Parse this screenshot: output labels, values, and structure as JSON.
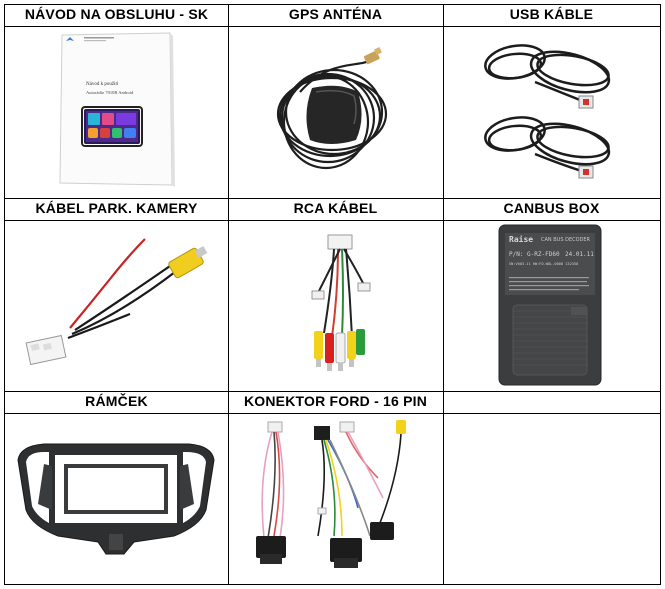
{
  "table": {
    "headers": [
      [
        "NÁVOD NA OBSLUHU - SK",
        "GPS ANTÉNA",
        "USB KÁBLE"
      ],
      [
        "KÁBEL PARK. KAMERY",
        "RCA KÁBEL",
        "CANBUS BOX"
      ],
      [
        "RÁMČEK",
        "KONEKTOR FORD - 16 PIN",
        ""
      ]
    ]
  },
  "manual": {
    "title": "Návod k použití",
    "subtitle": "Autorádio 7010B Android"
  },
  "canbus": {
    "brand": "Raise",
    "label": "CAN BUS DECODER",
    "pn": "P/N: G-RZ-FD60",
    "date": "24.01.11",
    "sn": "SN:V003.11 HW:FD-WDL-0008 132358"
  },
  "colors": {
    "border": "#000000",
    "rca_yellow": "#f2d21b",
    "rca_red": "#d8201e",
    "rca_white": "#f1f1f1",
    "rca_green": "#2a9a3a",
    "cable": "#1a1a1a",
    "canbus_body": "#3b3d3e"
  }
}
